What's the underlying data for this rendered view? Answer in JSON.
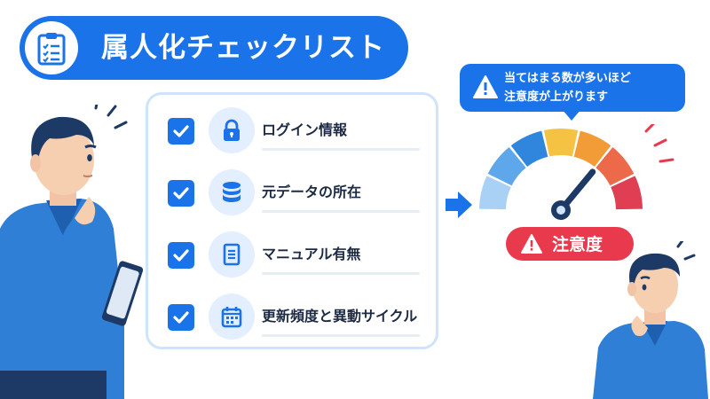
{
  "title": {
    "text": "属人化チェックリスト",
    "icon": "clipboard-checklist-icon"
  },
  "checklist": {
    "items": [
      {
        "label": "ログイン情報",
        "icon": "lock-icon",
        "checked": true
      },
      {
        "label": "元データの所在",
        "icon": "database-icon",
        "checked": true
      },
      {
        "label": "マニュアル有無",
        "icon": "document-icon",
        "checked": true
      },
      {
        "label": "更新頻度と異動サイクル",
        "icon": "calendar-icon",
        "checked": true
      }
    ]
  },
  "callout": {
    "line1": "当てはまる数が多いほど",
    "line2": "注意度が上がります",
    "icon": "warning-icon"
  },
  "gauge": {
    "segment_colors": [
      "#a9d1f5",
      "#5ea7ea",
      "#2f86dc",
      "#f6c243",
      "#f29c38",
      "#ec6a4a",
      "#e03e52"
    ],
    "level": 0.72
  },
  "badge": {
    "label": "注意度",
    "icon": "warning-icon",
    "color": "#e83a4c"
  },
  "colors": {
    "primary": "#1a73e8",
    "panel_border": "#cfe3fb",
    "icon_bg": "#e3efff"
  }
}
